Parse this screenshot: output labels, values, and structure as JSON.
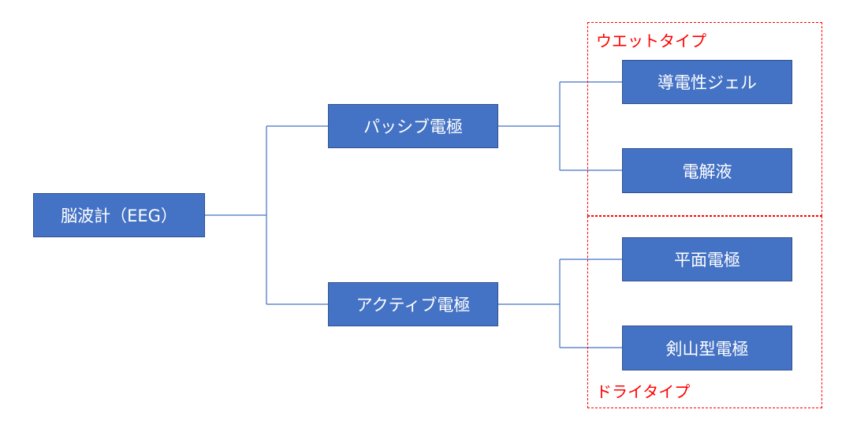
{
  "diagram": {
    "root": {
      "label": "脳波計（EEG）"
    },
    "branches": [
      {
        "label": "パッシブ電極",
        "children": [
          {
            "label": "導電性ジェル"
          },
          {
            "label": "電解液"
          }
        ]
      },
      {
        "label": "アクティブ電極",
        "children": [
          {
            "label": "平面電極"
          },
          {
            "label": "剣山型電極"
          }
        ]
      }
    ],
    "groups": [
      {
        "label": "ウエットタイプ"
      },
      {
        "label": "ドライタイプ"
      }
    ],
    "colors": {
      "node_fill": "#4472c4",
      "node_border": "#2f528f",
      "connector": "#4472c4",
      "group_border": "#ff0000",
      "group_label": "#ff0000"
    }
  }
}
